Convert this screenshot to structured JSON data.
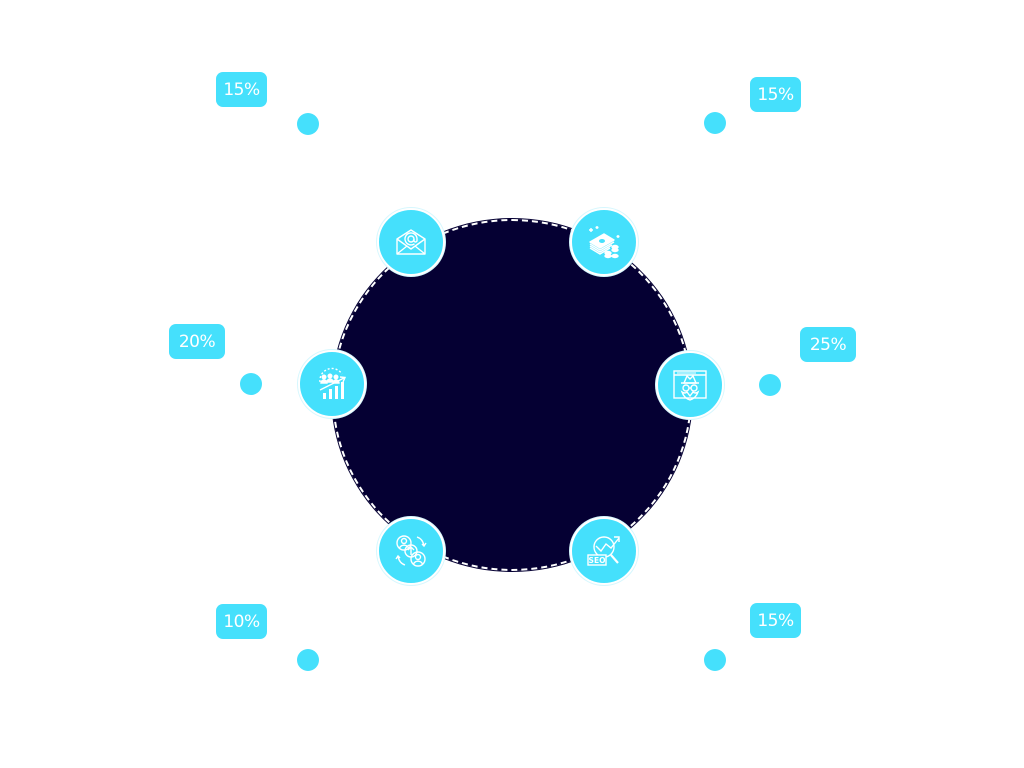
{
  "colors": {
    "accent": "#45E0FC",
    "core": "#050033",
    "background": "#FFFFFF",
    "label_text": "#FFFFFF"
  },
  "segments": [
    {
      "id": "email",
      "icon": "email-envelope-icon",
      "label": "15%"
    },
    {
      "id": "money",
      "icon": "money-stack-icon",
      "label": "15%"
    },
    {
      "id": "growth",
      "icon": "audience-growth-chart-icon",
      "label": "20%"
    },
    {
      "id": "spy",
      "icon": "spy-browser-icon",
      "label": "25%"
    },
    {
      "id": "referral",
      "icon": "people-exchange-icon",
      "label": "10%"
    },
    {
      "id": "seo",
      "icon": "seo-magnifier-icon",
      "label": "15%"
    }
  ]
}
